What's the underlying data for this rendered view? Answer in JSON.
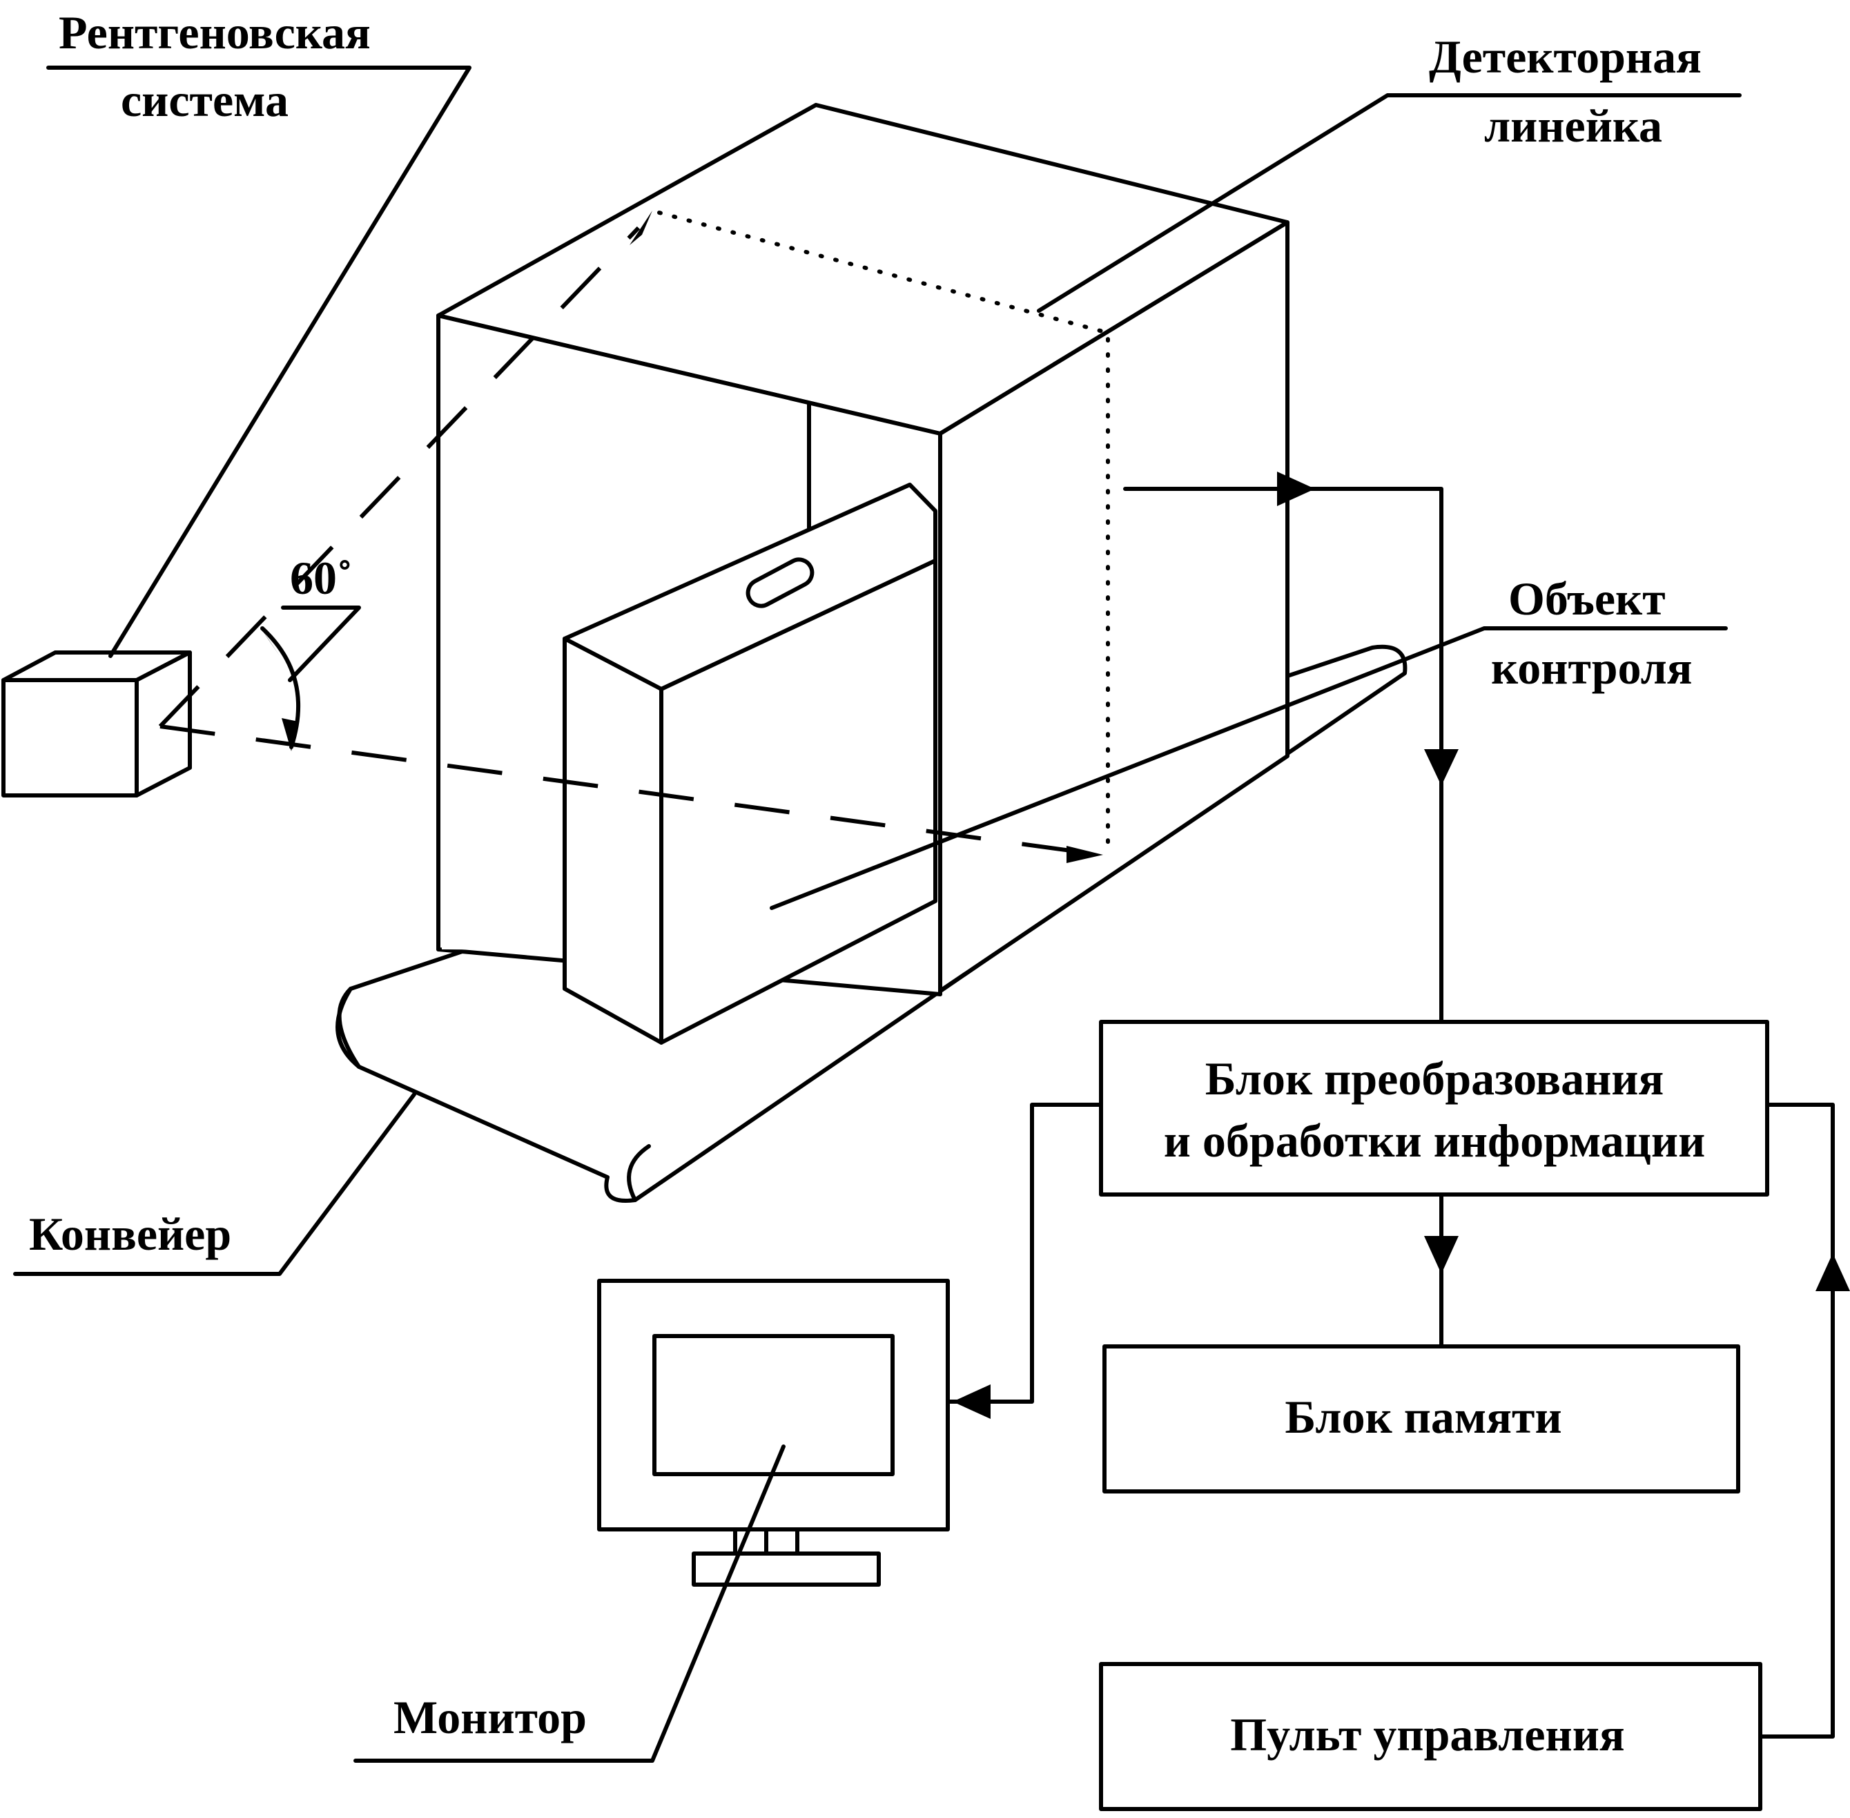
{
  "labels": {
    "xray_line1": "Рентгеновская",
    "xray_line2": "система",
    "detector_line1": "Детекторная",
    "detector_line2": "линейка",
    "object_line1": "Объект",
    "object_line2": "контроля",
    "angle": "60˚",
    "conveyor": "Конвейер",
    "monitor": "Монитор"
  },
  "blocks": {
    "processing_line1": "Блок преобразования",
    "processing_line2": "и обработки информации",
    "memory": "Блок памяти",
    "control": "Пульт управления"
  }
}
